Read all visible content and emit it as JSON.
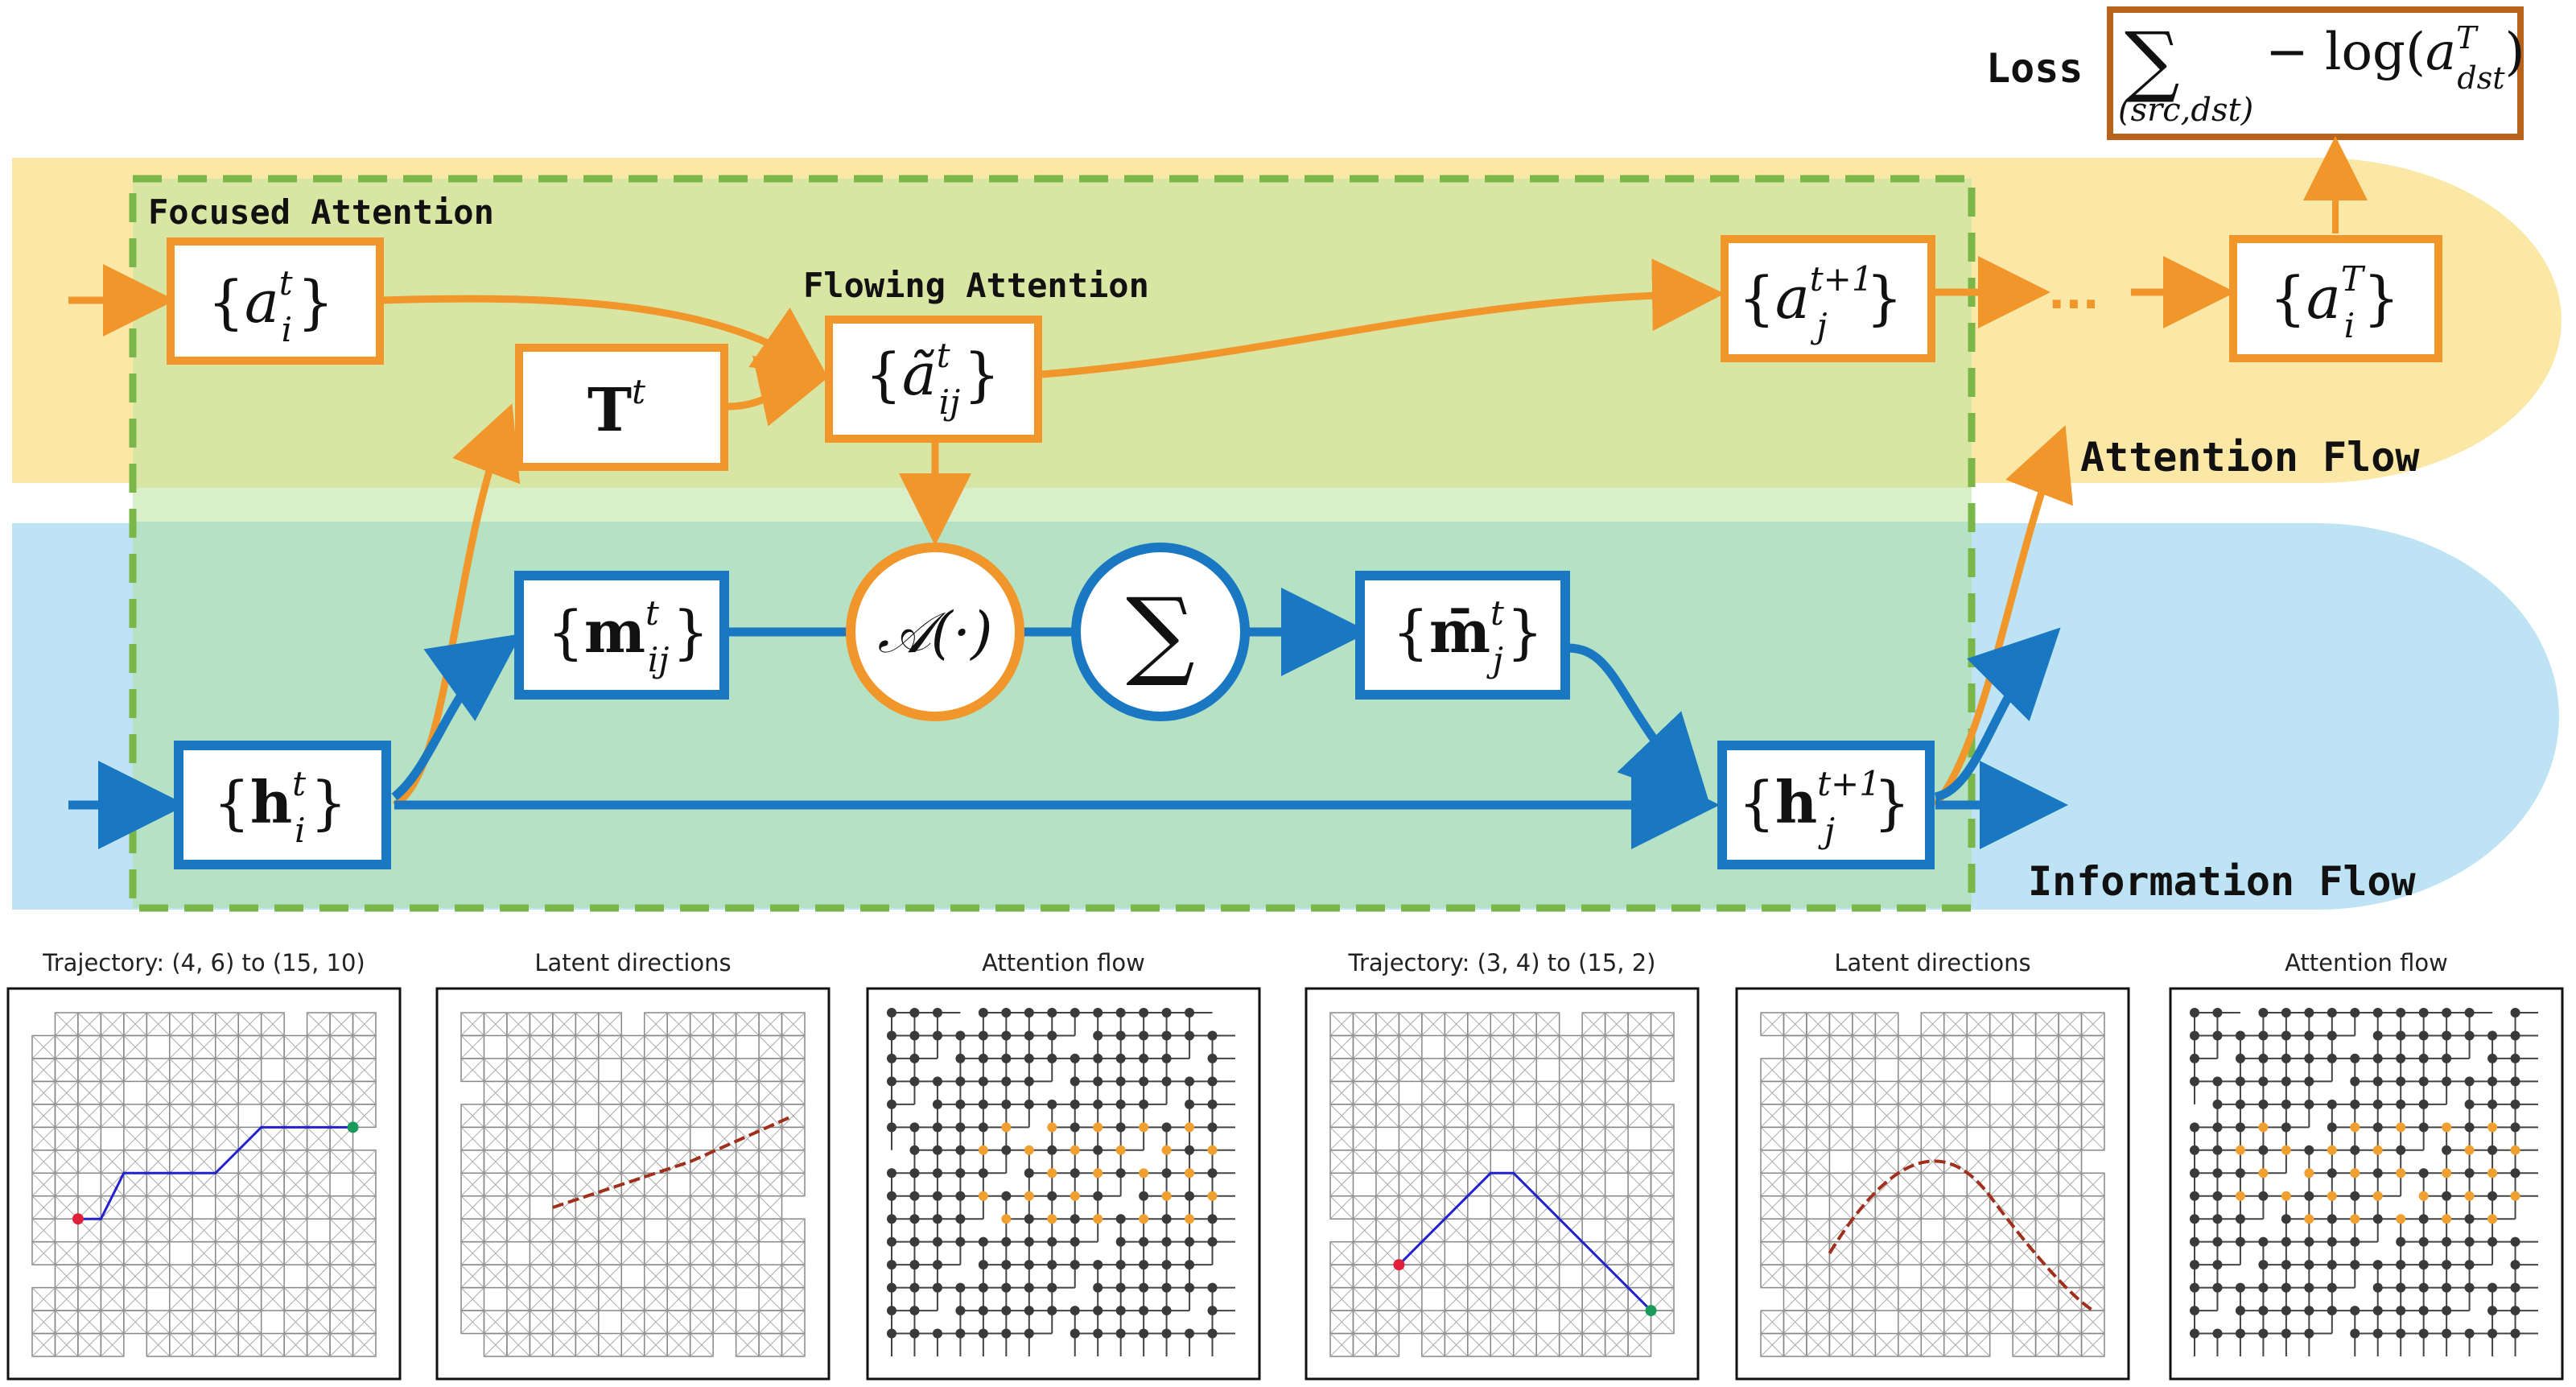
{
  "labels": {
    "loss": "Loss",
    "focused_attention": "Focused Attention",
    "flowing_attention": "Flowing Attention",
    "attention_flow": "Attention Flow",
    "information_flow": "Information Flow",
    "dots": "..."
  },
  "math": {
    "loss_sum": "∑",
    "loss_sub": "(src,dst)",
    "loss_expr": "− log(",
    "loss_a": "a",
    "loss_sup": "T",
    "loss_sub2": "dst",
    "loss_close": ")",
    "a_it_base": "a",
    "a_it_sup": "t",
    "a_it_sub": "i",
    "T_base": "T",
    "T_sup": "t",
    "atilde_base": "ã",
    "atilde_sup": "t",
    "atilde_sub": "ij",
    "a_next_base": "a",
    "a_next_sup": "t+1",
    "a_next_sub": "j",
    "a_T_base": "a",
    "a_T_sup": "T",
    "a_T_sub": "i",
    "m_base": "m",
    "m_sup": "t",
    "m_sub": "ij",
    "A_op": "𝒜(·)",
    "sum_op": "∑",
    "mbar_base": "m̄",
    "mbar_sup": "t",
    "mbar_sub": "j",
    "h_base": "h",
    "h_sup": "t",
    "h_sub": "i",
    "h_next_base": "h",
    "h_next_sup": "t+1",
    "h_next_sub": "j",
    "lbrace": "{",
    "rbrace": "}"
  },
  "panels": [
    {
      "title": "Trajectory: (4, 6) to (15, 10)"
    },
    {
      "title": "Latent directions"
    },
    {
      "title": "Attention flow"
    },
    {
      "title": "Trajectory: (3, 4) to (15, 2)"
    },
    {
      "title": "Latent directions"
    },
    {
      "title": "Attention flow"
    }
  ],
  "colors": {
    "orange": "#f0962b",
    "blue": "#1a78c2",
    "green_dash": "#7ab648",
    "attention_band": "#fbe8a6",
    "info_band": "#bde3f4",
    "inner_attention": "#d9e6a3",
    "inner_info": "#b5e1c4",
    "loss_border": "#b8621b"
  }
}
